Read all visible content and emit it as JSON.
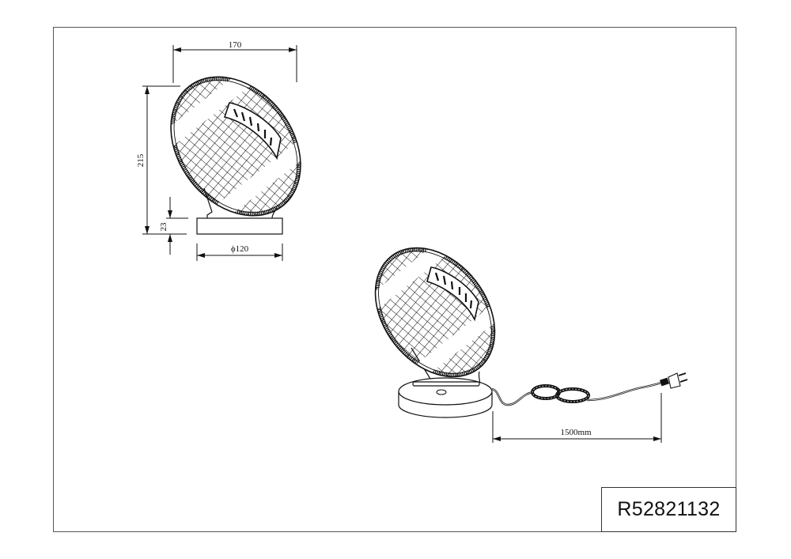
{
  "drawing": {
    "type": "technical product drawing",
    "subject": "American football table lamp",
    "front_view": {
      "dimensions": {
        "width": "170",
        "height": "215",
        "base_height": "23",
        "base_diameter": "ϕ120"
      }
    },
    "perspective_view": {
      "cable_length": "1500mm"
    },
    "title_block": {
      "article_number": "R52821132"
    },
    "colors": {
      "line": "#111111",
      "frame": "#555555",
      "background": "#ffffff"
    }
  }
}
